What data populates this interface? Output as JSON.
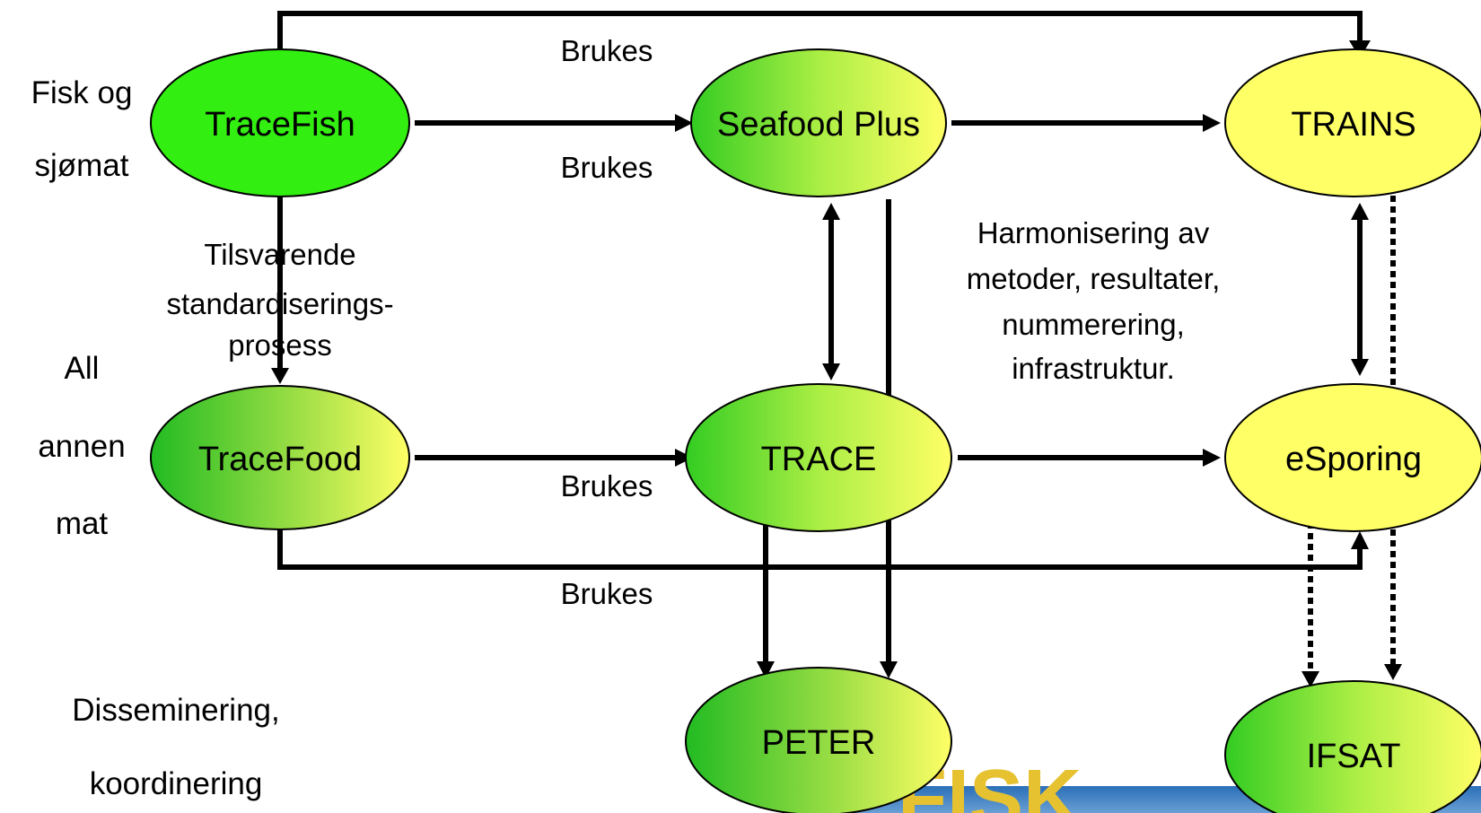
{
  "row_labels": {
    "fish_line1": "Fisk og",
    "fish_line2": "sjømat",
    "other_line1": "All",
    "other_line2": "annen",
    "other_line3": "mat",
    "diss_line1": "Disseminering,",
    "diss_line2": "koordinering"
  },
  "nodes": {
    "tracefish": "TraceFish",
    "seafood_plus": "Seafood Plus",
    "trains": "TRAINS",
    "tracefood": "TraceFood",
    "trace": "TRACE",
    "esporing": "eSporing",
    "peter": "PETER",
    "ifsat": "IFSAT"
  },
  "edge_labels": {
    "top_loop": "Brukes",
    "tracefish_to_seafood": "Brukes",
    "tracefood_to_trace": "Brukes",
    "bottom_loop": "Brukes",
    "standard_1": "Tilsvarende",
    "standard_2": "standardiserings-",
    "standard_3": "prosess",
    "harm_1": "Harmonisering av",
    "harm_2": "metoder, resultater,",
    "harm_3": "nummerering,",
    "harm_4": "infrastruktur."
  },
  "colors": {
    "green": "#33dd22",
    "yellow": "#ffff66",
    "bright_green": "#44ff11"
  },
  "logo_text": "FISK"
}
